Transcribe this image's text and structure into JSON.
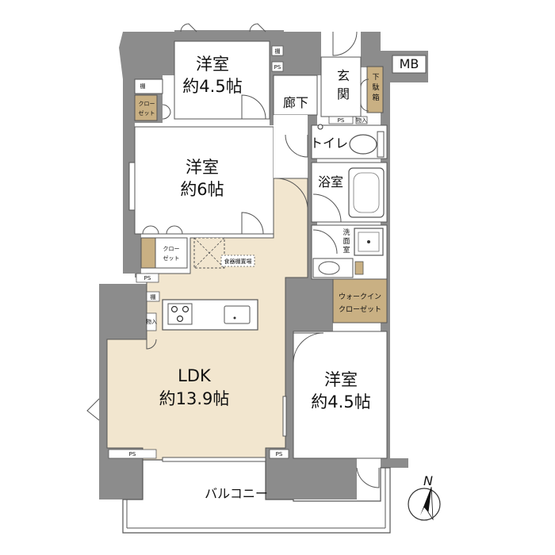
{
  "rooms": {
    "western_room_1": {
      "name": "洋室",
      "size": "約4.5帖"
    },
    "western_room_2": {
      "name": "洋室",
      "size": "約6帖"
    },
    "western_room_3": {
      "name": "洋室",
      "size": "約4.5帖"
    },
    "ldk": {
      "name": "LDK",
      "size": "約13.9帖"
    },
    "corridor": "廊下",
    "entrance": [
      "玄",
      "関"
    ],
    "shoe_cabinet": [
      "下",
      "駄",
      "箱"
    ],
    "toilet": "トイレ",
    "bathroom": "浴室",
    "washroom": [
      "洗",
      "面",
      "室"
    ],
    "walk_in_closet": [
      "ウォークイン",
      "クローゼット"
    ],
    "balcony": "バルコニー"
  },
  "labels": {
    "mb": "MB",
    "shelf": "棚",
    "ps": "PS",
    "closet": [
      "クロー",
      "ゼット"
    ],
    "storage": "物入",
    "dish_shelf": "食器棚置場"
  },
  "compass": {
    "north": "N"
  },
  "colors": {
    "wall": "#8c8c8c",
    "floor_white": "#ffffff",
    "ldk_floor": "#f2e6cf",
    "closet_floor": "#c9b083",
    "outline": "#555555"
  }
}
